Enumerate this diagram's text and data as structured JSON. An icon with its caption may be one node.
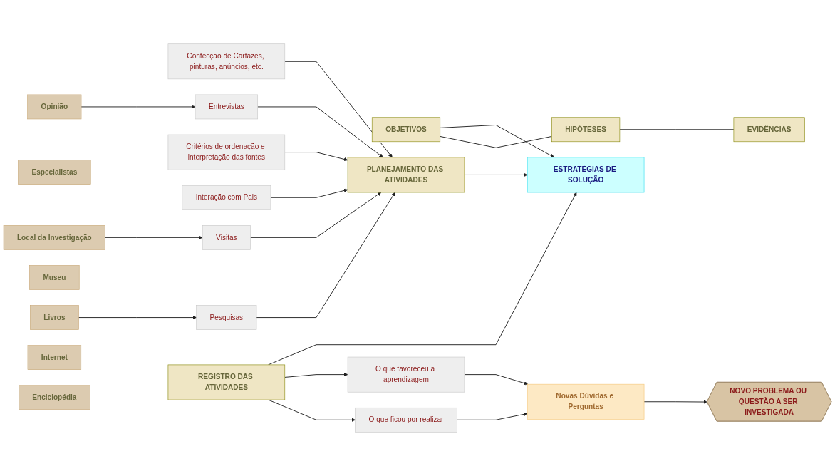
{
  "diagram": {
    "nodes": [
      {
        "text": [
          "OBJETIVOS"
        ]
      },
      {
        "text": [
          "HIPÓTESES"
        ]
      },
      {
        "text": [
          "EVIDÊNCIAS"
        ]
      },
      {
        "text": [
          "ESTRATÉGIAS DE SOLUÇÃO"
        ]
      },
      {
        "text": [
          "Confecção de Cartazes, pinturas, anúncios, etc."
        ]
      },
      {
        "text": [
          "Entrevistas"
        ]
      },
      {
        "text": [
          "Opinião"
        ]
      },
      {
        "text": [
          "Especialistas"
        ]
      },
      {
        "text": [
          "REGISTRO DAS ATIVIDADES"
        ]
      },
      {
        "text": [
          "PLANEJAMENTO DAS ATIVIDADES"
        ]
      },
      {
        "text": [
          "Interação com Pais"
        ]
      },
      {
        "text": [
          "Visitas"
        ]
      },
      {
        "text": [
          "Local da Investigação"
        ]
      },
      {
        "text": [
          "Museu"
        ]
      },
      {
        "text": [
          "Pesquisas"
        ]
      },
      {
        "text": [
          "Livros"
        ]
      },
      {
        "text": [
          "Internet"
        ]
      },
      {
        "text": [
          "Enciclopédia"
        ]
      },
      {
        "text": [
          "O que favoreceu a aprendizagem"
        ]
      },
      {
        "text": [
          "O que ficou por realizar"
        ]
      },
      {
        "text": [
          "Critérios de ordenação e interpretação das fontes"
        ]
      },
      {
        "text": [
          "Novas Dúvidas e Perguntas"
        ]
      },
      {
        "text": [
          "NOVO PROBLEMA OU QUESTÃO A SER INVESTIGADA"
        ]
      }
    ],
    "edges": [
      {
        "from": 0,
        "to": 3,
        "arrow": "to"
      },
      {
        "from": 0,
        "to": 1,
        "arrow": "none"
      },
      {
        "from": 1,
        "to": 2,
        "arrow": "none"
      },
      {
        "from": 8,
        "to": 3,
        "arrow": "to"
      },
      {
        "from": 9,
        "to": 3,
        "arrow": "to"
      },
      {
        "from": 4,
        "to": 9,
        "arrow": "to"
      },
      {
        "from": 5,
        "to": 9,
        "arrow": "to"
      },
      {
        "from": 10,
        "to": 9,
        "arrow": "to"
      },
      {
        "from": 11,
        "to": 9,
        "arrow": "to"
      },
      {
        "from": 14,
        "to": 9,
        "arrow": "to"
      },
      {
        "from": 6,
        "to": 5,
        "arrow": "to"
      },
      {
        "from": 12,
        "to": 11,
        "arrow": "to"
      },
      {
        "from": 15,
        "to": 14,
        "arrow": "to"
      },
      {
        "from": 8,
        "to": 18,
        "arrow": "to"
      },
      {
        "from": 8,
        "to": 19,
        "arrow": "to"
      },
      {
        "from": 18,
        "to": 21,
        "arrow": "to"
      },
      {
        "from": 19,
        "to": 21,
        "arrow": "to"
      },
      {
        "from": 20,
        "to": 9,
        "arrow": "to"
      },
      {
        "from": 21,
        "to": 22,
        "arrow": "to"
      }
    ]
  }
}
